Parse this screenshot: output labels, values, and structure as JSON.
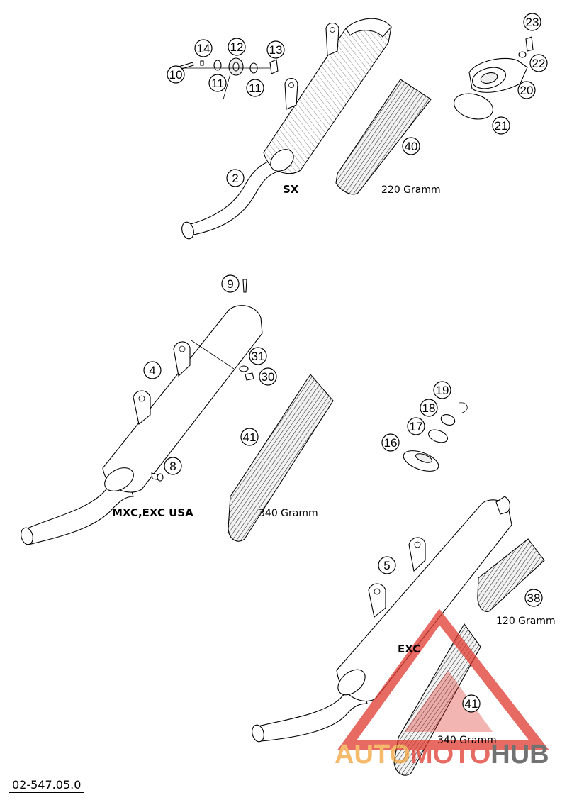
{
  "callouts": {
    "c2": "2",
    "c4": "4",
    "c5": "5",
    "c8": "8",
    "c9": "9",
    "c10": "10",
    "c11a": "11",
    "c11b": "11",
    "c12": "12",
    "c13": "13",
    "c14": "14",
    "c16": "16",
    "c17": "17",
    "c18": "18",
    "c19": "19",
    "c20": "20",
    "c21": "21",
    "c22": "22",
    "c23": "23",
    "c30": "30",
    "c31": "31",
    "c38": "38",
    "c40": "40",
    "c41a": "41",
    "c41b": "41"
  },
  "labels": {
    "sx": "SX",
    "mxc_exc_usa": "MXC,EXC USA",
    "exc": "EXC",
    "weight_40": "220 Gramm",
    "weight_41a": "340 Gramm",
    "weight_38": "120 Gramm",
    "weight_41b": "340 Gramm"
  },
  "watermark": {
    "text_red": "AUTO",
    "text_orange": "MOTO",
    "text_dark": "HUB"
  },
  "document_number": "02-547.05.0",
  "colors": {
    "watermark_red": "#e03a30",
    "watermark_orange": "#f2a33a",
    "watermark_dark": "#444444"
  }
}
